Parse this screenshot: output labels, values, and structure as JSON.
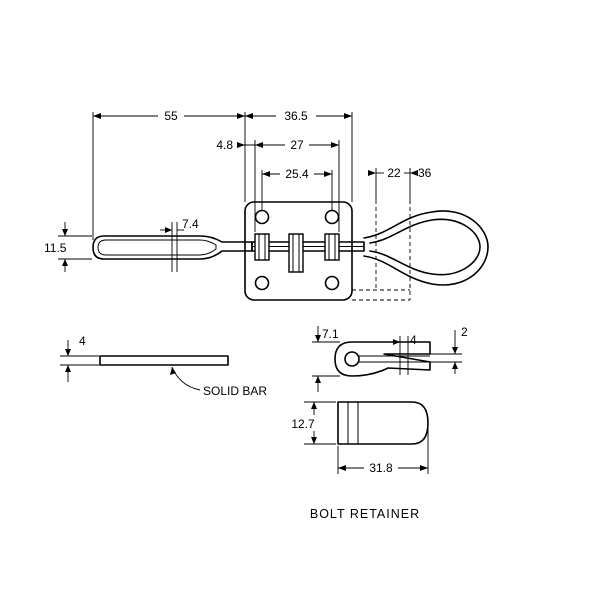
{
  "dimensions": {
    "d55": "55",
    "d36_5": "36.5",
    "d4_8": "4.8",
    "d27": "27",
    "d25_4": "25.4",
    "d22": "22",
    "d36": "36",
    "d7_4": "7.4",
    "d11_5": "11.5",
    "d4_bar": "4",
    "d7_1": "7.1",
    "d4_bolt": "4",
    "d2": "2",
    "d12_7": "12.7",
    "d31_8": "31.8"
  },
  "labels": {
    "solid_bar": "SOLID BAR",
    "bolt_retainer": "BOLT RETAINER"
  }
}
